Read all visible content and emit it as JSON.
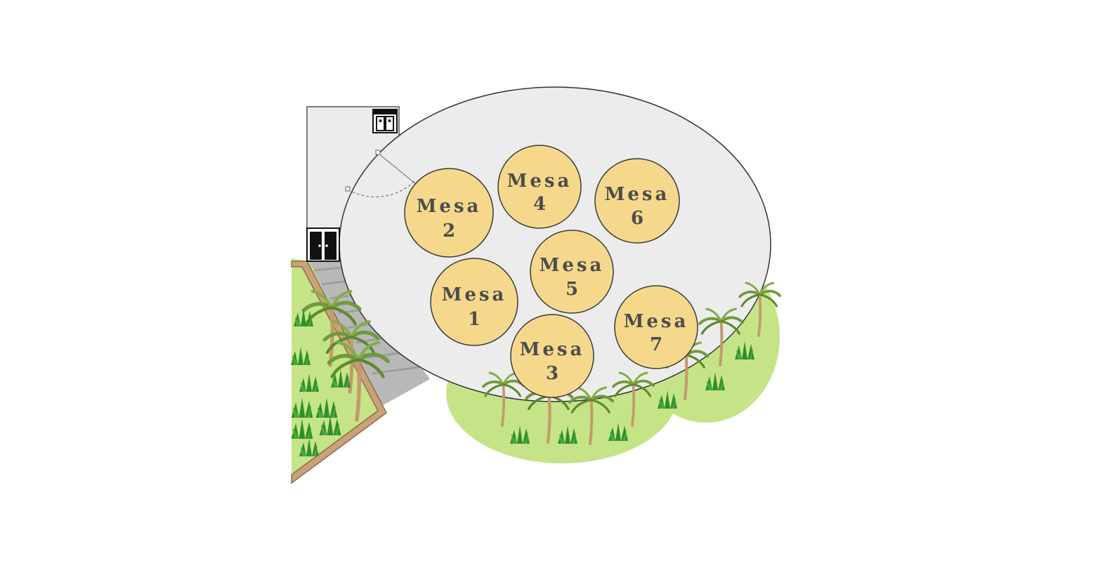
{
  "floor_plan": {
    "colors": {
      "floor": "#edecec",
      "table_fill": "#f5d88b",
      "table_stroke": "#3a3a3a",
      "grass": "#c5e488",
      "building": "#ececec",
      "stairs": "#b8b8b8",
      "planter": "#c9a27a",
      "text": "#4d4d4d"
    },
    "icons": [
      "door-icon",
      "restroom-sign-icon",
      "palm-tree-icon",
      "grass-tuft-icon"
    ],
    "tables": [
      {
        "id": "mesa-1",
        "label": "Mesa",
        "number": "1"
      },
      {
        "id": "mesa-2",
        "label": "Mesa",
        "number": "2"
      },
      {
        "id": "mesa-3",
        "label": "Mesa",
        "number": "3"
      },
      {
        "id": "mesa-4",
        "label": "Mesa",
        "number": "4"
      },
      {
        "id": "mesa-5",
        "label": "Mesa",
        "number": "5"
      },
      {
        "id": "mesa-6",
        "label": "Mesa",
        "number": "6"
      },
      {
        "id": "mesa-7",
        "label": "Mesa",
        "number": "7"
      }
    ]
  }
}
